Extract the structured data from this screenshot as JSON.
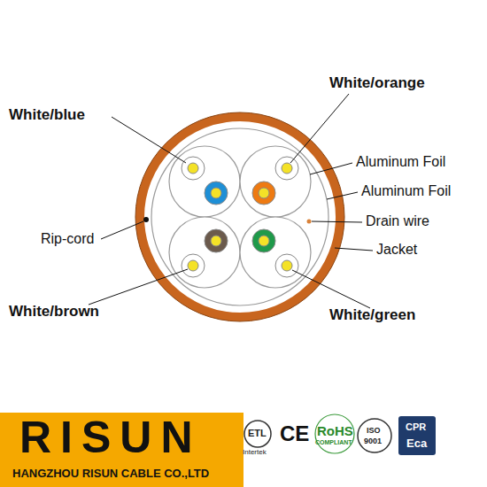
{
  "diagram": {
    "labels": [
      "White/blue",
      "White/orange",
      "Aluminum Foil",
      "Aluminum Foil",
      "Drain wire",
      "Jacket",
      "Rip-cord",
      "White/brown",
      "White/green",
      "RISUN",
      "HANGZHOU RISUN CABLE CO.,LTD",
      "ETL",
      "Intertek",
      "CE",
      "RoHS",
      "COMPLIANT",
      "ISO",
      "9001",
      "CPR",
      "Eca"
    ]
  }
}
